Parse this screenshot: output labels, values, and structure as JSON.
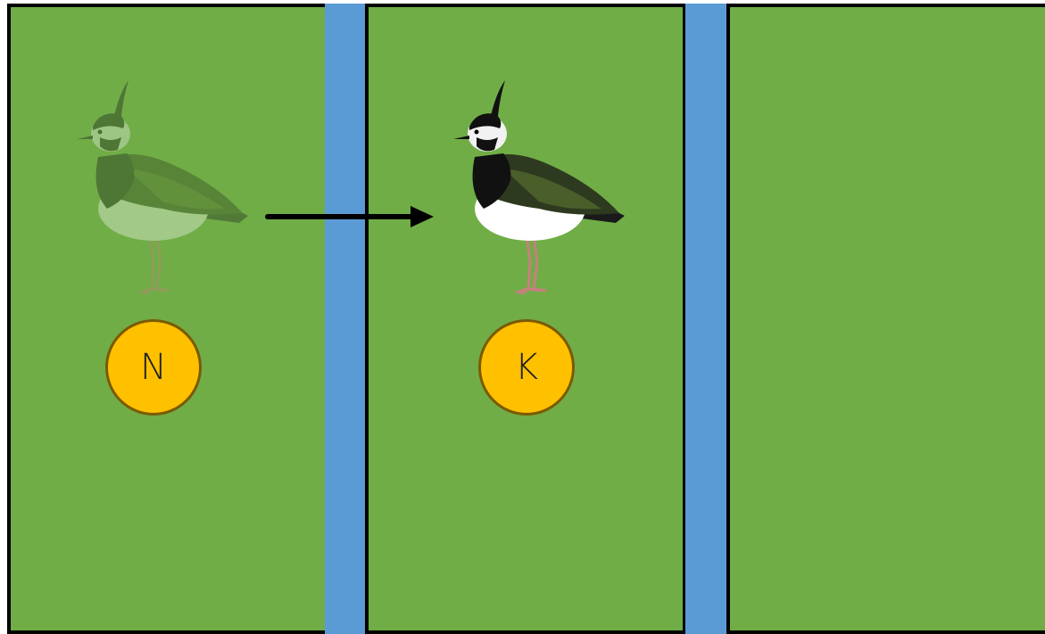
{
  "fields": [
    {
      "id": "field-1",
      "color": "#70ad47"
    },
    {
      "id": "field-2",
      "color": "#70ad47"
    },
    {
      "id": "field-3",
      "color": "#70ad47"
    }
  ],
  "ditch_color": "#5b9bd5",
  "badge_color": "#ffc000",
  "birds": [
    {
      "id": "lapwing-faded",
      "icon": "lapwing-icon",
      "badge": "N",
      "opacity": 0.35
    },
    {
      "id": "lapwing",
      "icon": "lapwing-icon",
      "badge": "K",
      "opacity": 1
    }
  ],
  "arrow": {
    "icon": "right-arrow-icon",
    "from": "field-1",
    "to": "field-2"
  }
}
